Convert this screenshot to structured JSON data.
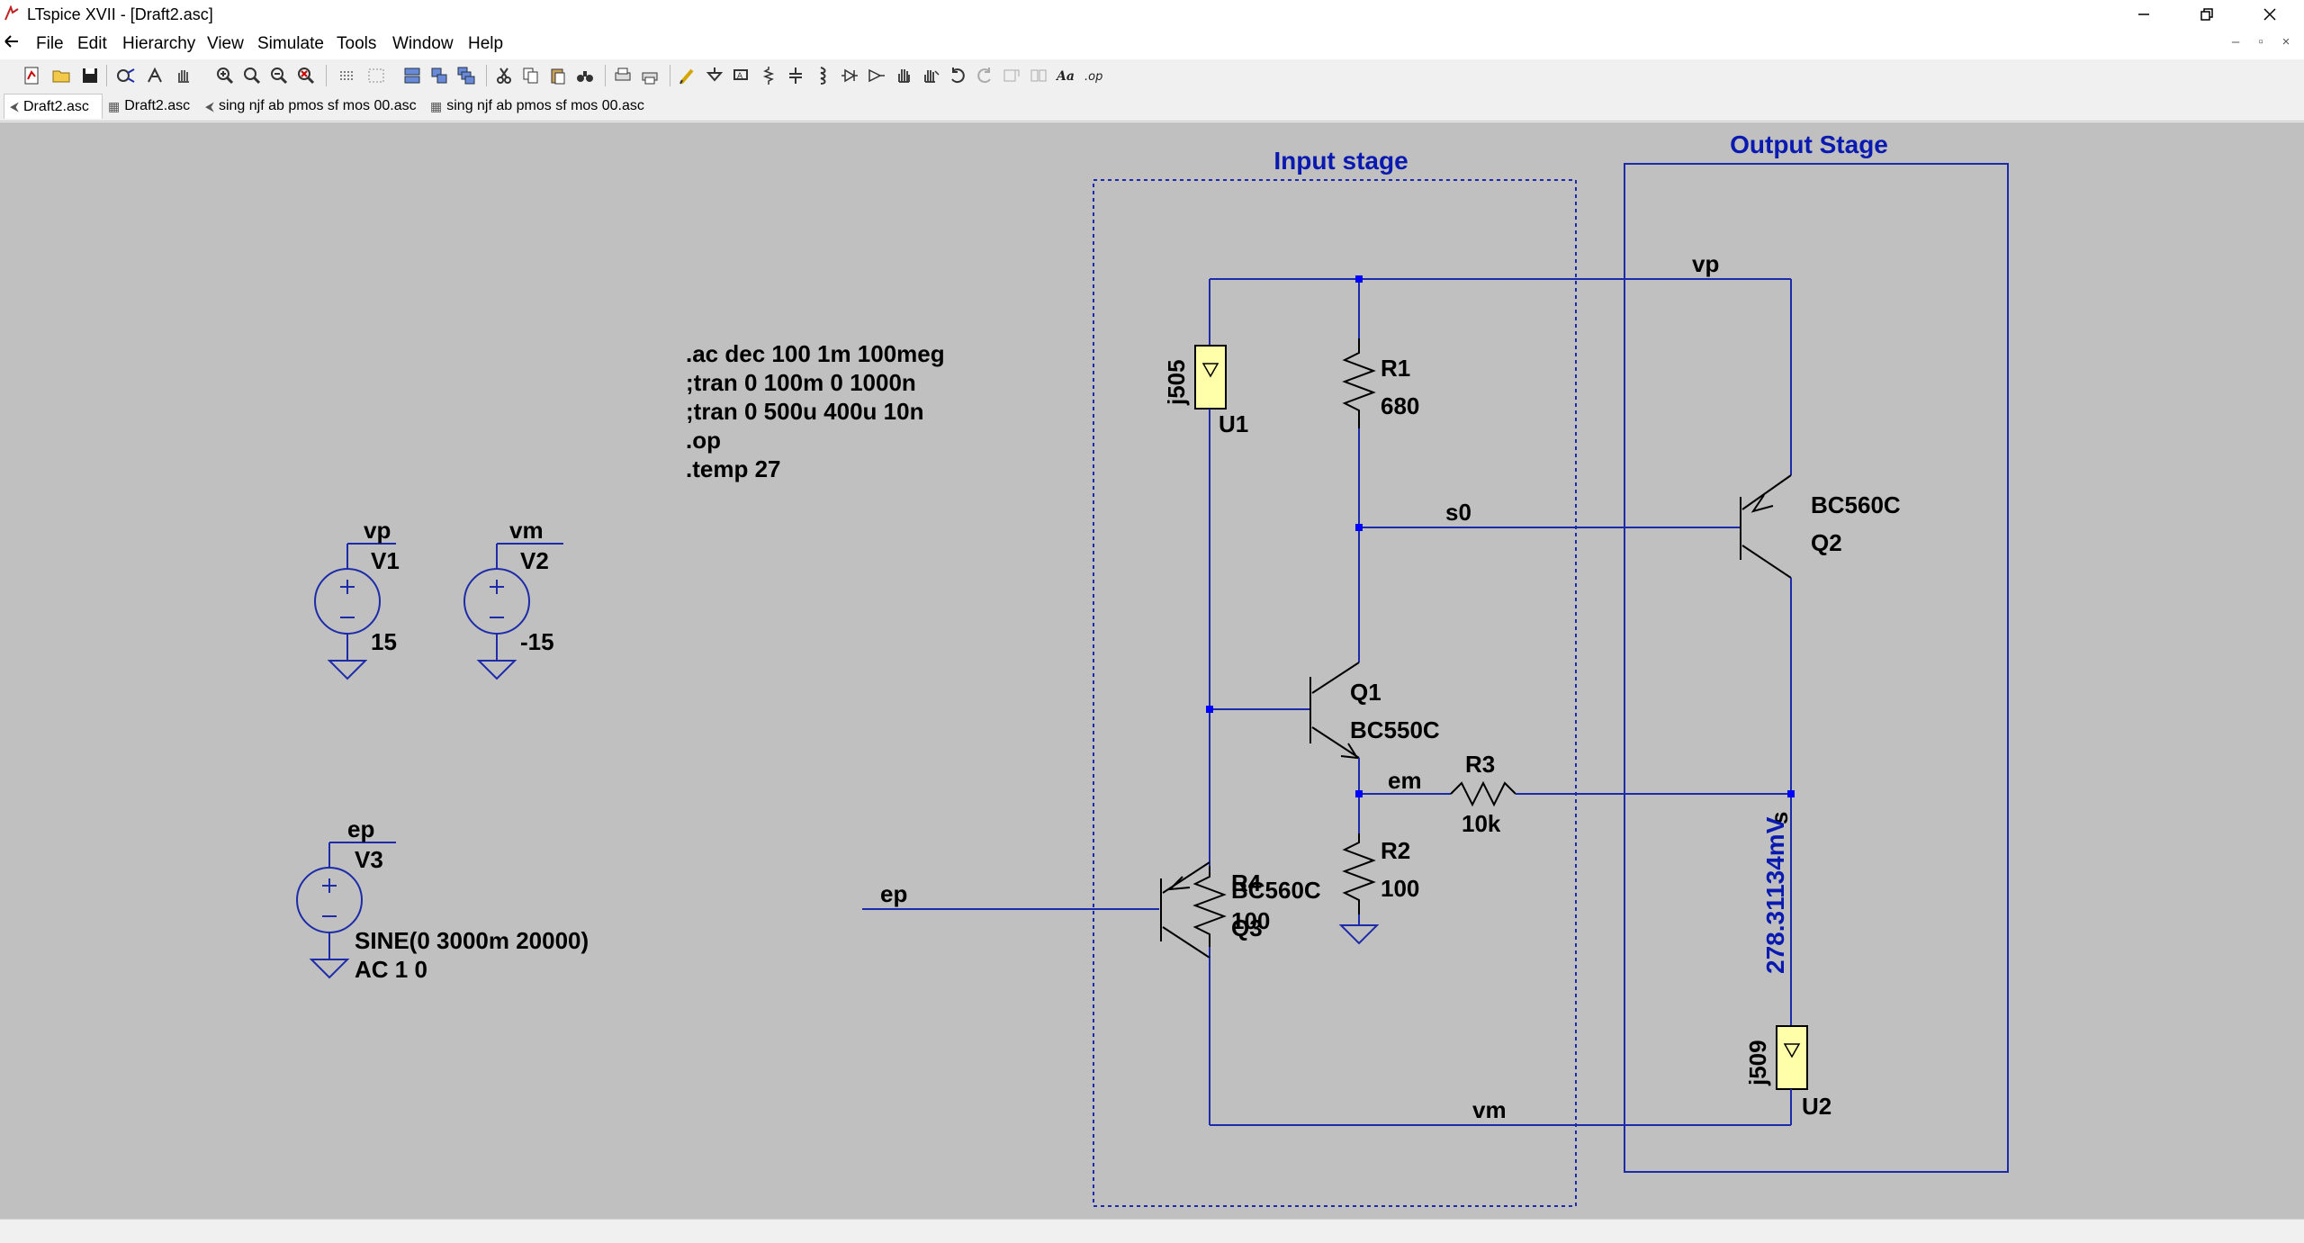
{
  "window": {
    "title": "LTspice XVII - [Draft2.asc]",
    "minimize_icon": "minimize-icon",
    "restore_icon": "restore-icon",
    "close_icon": "close-icon"
  },
  "menu": {
    "items": [
      {
        "label": "File"
      },
      {
        "label": "Edit"
      },
      {
        "label": "Hierarchy"
      },
      {
        "label": "View"
      },
      {
        "label": "Simulate"
      },
      {
        "label": "Tools"
      },
      {
        "label": "Window"
      },
      {
        "label": "Help"
      }
    ]
  },
  "toolbar": {
    "buttons": [
      "new-schematic",
      "open",
      "save",
      "control-panel",
      "run",
      "halt",
      "zoom-in",
      "pan",
      "zoom-out",
      "zoom-fit",
      "zoom-area",
      "toggle-grid",
      "toggle-marching",
      "tile-horizontal",
      "tile-vertical",
      "cascade",
      "cut",
      "copy",
      "paste",
      "find",
      "print-setup",
      "print",
      "wire",
      "ground",
      "net-label",
      "component",
      "resistor",
      "capacitor",
      "inductor",
      "diode",
      "place-component",
      "move",
      "drag",
      "undo",
      "redo",
      "rotate",
      "mirror",
      "text",
      "spice-directive"
    ]
  },
  "tabs": [
    {
      "label": "Draft2.asc",
      "active": true
    },
    {
      "label": "Draft2.asc",
      "active": false
    },
    {
      "label": "sing njf ab pmos sf mos 00.asc",
      "active": false
    },
    {
      "label": "sing njf ab pmos sf mos 00.asc",
      "active": false
    }
  ],
  "schematic": {
    "colors": {
      "background": "#c0c0c0",
      "wire": "#1d2ba8",
      "component": "#000000",
      "junction": "#0000ff",
      "highlight": "#0a1ab0",
      "current_source": "#ffffaa"
    },
    "boxes": {
      "input_stage": "Input stage",
      "output_stage": "Output Stage"
    },
    "directives": [
      ".ac dec 100 1m 100meg",
      ";tran 0 100m 0 1000n",
      ";tran 0 500u 400u 10n",
      ".op",
      ".temp 27"
    ],
    "sources": {
      "v1": {
        "net": "vp",
        "name": "V1",
        "value": "15"
      },
      "v2": {
        "net": "vm",
        "name": "V2",
        "value": "-15"
      },
      "v3": {
        "net": "ep",
        "name": "V3",
        "value": "SINE(0 3000m 20000)",
        "ac": "AC 1 0"
      }
    },
    "components": {
      "u1": {
        "model": "j505",
        "name": "U1"
      },
      "u2": {
        "model": "j509",
        "name": "U2"
      },
      "r1": {
        "name": "R1",
        "value": "680"
      },
      "r2": {
        "name": "R2",
        "value": "100"
      },
      "r3": {
        "name": "R3",
        "value": "10k"
      },
      "r4": {
        "name": "R4",
        "value": "100"
      },
      "q1": {
        "name": "Q1",
        "model": "BC550C"
      },
      "q2": {
        "name": "Q2",
        "model": "BC560C"
      },
      "q3": {
        "name": "Q3",
        "model": "BC560C"
      }
    },
    "nets": {
      "vp": "vp",
      "vm": "vm",
      "s0": "s0",
      "s": "s",
      "em": "em",
      "ep": "ep"
    },
    "probe_reading": "278.31134mV"
  }
}
